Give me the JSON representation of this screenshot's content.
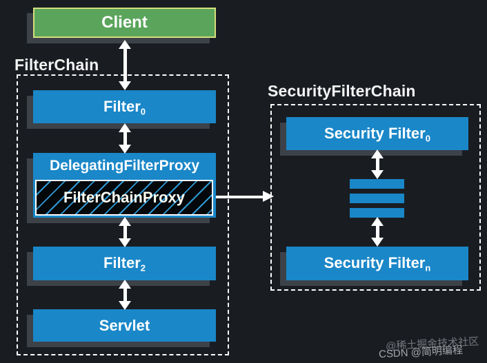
{
  "diagram": {
    "client": {
      "label": "Client"
    },
    "filter_chain": {
      "label": "FilterChain",
      "filter0": {
        "text": "Filter",
        "sub": "0"
      },
      "delegating_filter_proxy": {
        "label": "DelegatingFilterProxy"
      },
      "filter_chain_proxy": {
        "label": "FilterChainProxy"
      },
      "filter2": {
        "text": "Filter",
        "sub": "2"
      },
      "servlet": {
        "label": "Servlet"
      }
    },
    "security_filter_chain": {
      "label": "SecurityFilterChain",
      "security_filter0": {
        "text": "Security Filter",
        "sub": "0"
      },
      "security_filtern": {
        "text": "Security Filter",
        "sub": "n"
      },
      "ellipsis_bar_count": 3
    },
    "watermark": {
      "line1": "@稀土掘金技术社区",
      "line2": "CSDN @简明编程"
    },
    "colors": {
      "background": "#191d22",
      "box_blue": "#1a87c8",
      "client_green": "#5ba45c",
      "client_border": "#d6df7d",
      "shadow": "#3d4249",
      "hatch_line": "#2e9ad6"
    }
  }
}
